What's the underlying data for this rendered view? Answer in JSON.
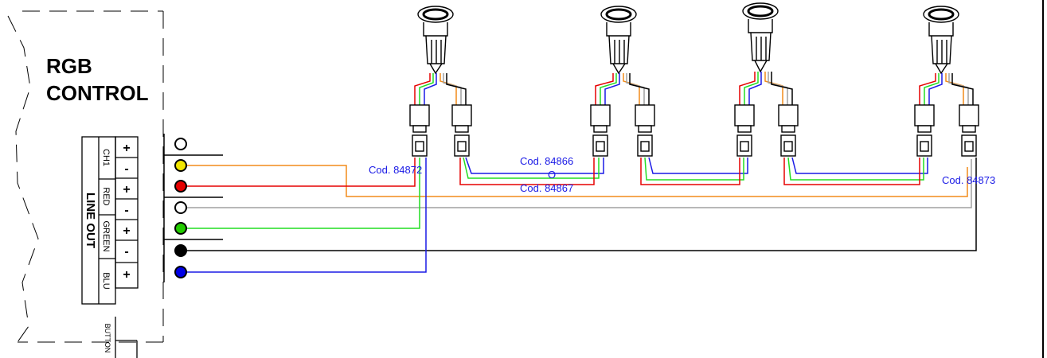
{
  "controller": {
    "title_line1": "RGB",
    "title_line2": "CONTROL",
    "line_out": "LINE OUT",
    "channels": [
      "CH1",
      "RED",
      "GREEN",
      "BLU"
    ],
    "signs": [
      "+",
      "-",
      "+",
      "-",
      "+",
      "-",
      "+"
    ],
    "button": "BUTTON"
  },
  "labels": {
    "code_left": "Cod. 84872",
    "code_middle_top": "Cod. 84866",
    "code_middle_or": "O",
    "code_middle_bottom": "Cod. 84867",
    "code_right": "Cod. 84873"
  },
  "terminal_colors": [
    "#ffffff",
    "#f2e600",
    "#e60000",
    "#ffffff",
    "#22cc00",
    "#000000",
    "#0000e6"
  ],
  "wire_colors": {
    "orange": "#f28c1a",
    "red": "#e60000",
    "gray": "#a0a0a0",
    "green": "#22dd22",
    "black": "#000000",
    "blue": "#1a1ae6"
  }
}
